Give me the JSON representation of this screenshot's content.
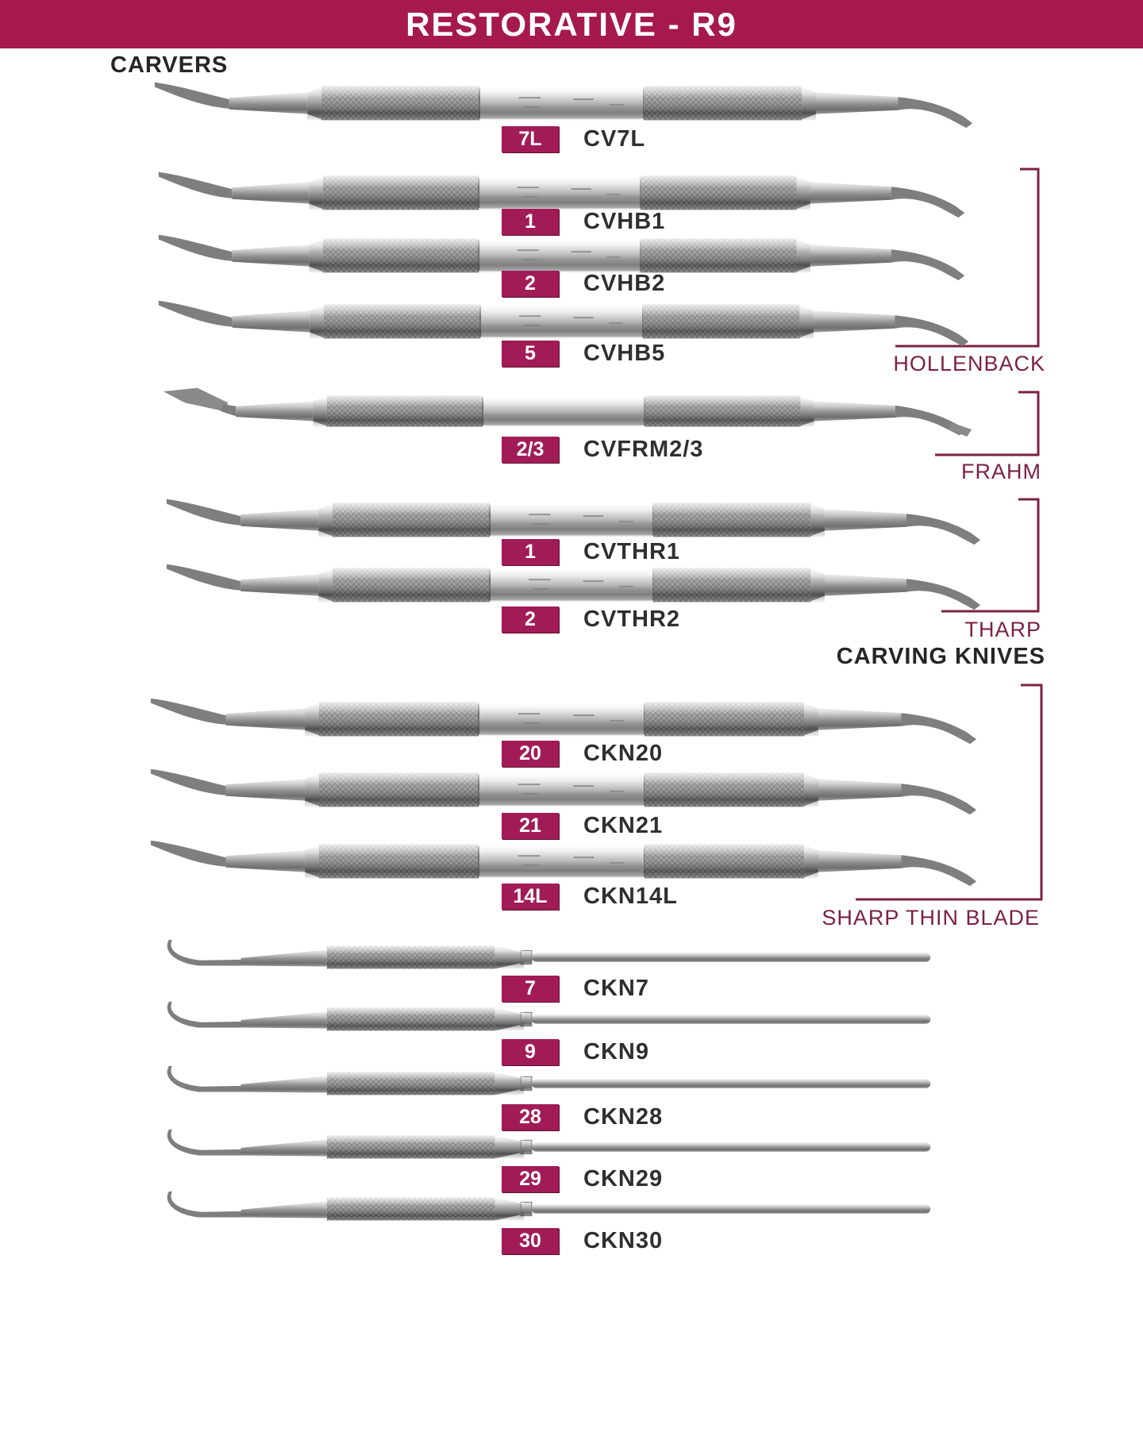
{
  "header": {
    "title": "RESTORATIVE - R9"
  },
  "sections": [
    {
      "label": "CARVERS"
    },
    {
      "label": "CARVING KNIVES"
    }
  ],
  "group_labels": [
    {
      "label": "HOLLENBACK"
    },
    {
      "label": "FRAHM"
    },
    {
      "label": "THARP"
    },
    {
      "label": "SHARP THIN BLADE"
    }
  ],
  "colors": {
    "header_bg": "#A6194E",
    "badge_bg": "#A11C56",
    "bracket": "#7B2145",
    "heading_text": "#262626",
    "code_text": "#2F2F2F"
  },
  "instruments": [
    {
      "badge": "7L",
      "code": "CV7L"
    },
    {
      "badge": "1",
      "code": "CVHB1"
    },
    {
      "badge": "2",
      "code": "CVHB2"
    },
    {
      "badge": "5",
      "code": "CVHB5"
    },
    {
      "badge": "2/3",
      "code": "CVFRM2/3"
    },
    {
      "badge": "1",
      "code": "CVTHR1"
    },
    {
      "badge": "2",
      "code": "CVTHR2"
    },
    {
      "badge": "20",
      "code": "CKN20"
    },
    {
      "badge": "21",
      "code": "CKN21"
    },
    {
      "badge": "14L",
      "code": "CKN14L"
    },
    {
      "badge": "7",
      "code": "CKN7"
    },
    {
      "badge": "9",
      "code": "CKN9"
    },
    {
      "badge": "28",
      "code": "CKN28"
    },
    {
      "badge": "29",
      "code": "CKN29"
    },
    {
      "badge": "30",
      "code": "CKN30"
    }
  ]
}
